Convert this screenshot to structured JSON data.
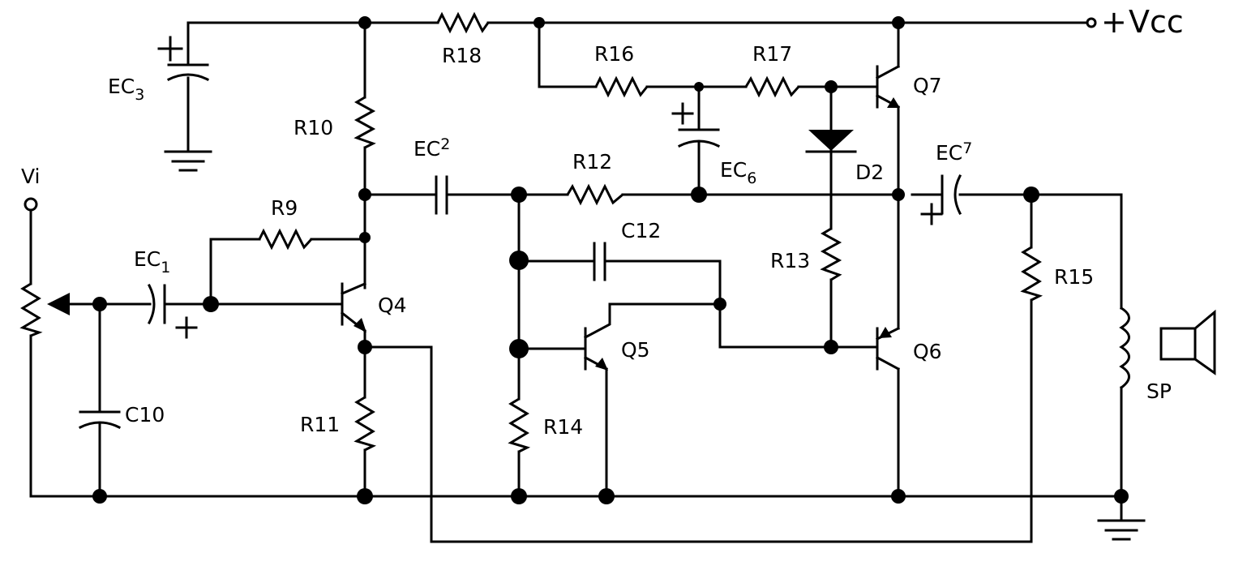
{
  "supply": {
    "plus": "+",
    "name": "Vcc"
  },
  "input": "Vi",
  "polarity": "+",
  "components": {
    "EC1": {
      "base": "EC",
      "sub": "1"
    },
    "EC2": {
      "base": "EC",
      "sub": "2"
    },
    "EC3": {
      "base": "EC",
      "sub": "3"
    },
    "EC6": {
      "base": "EC",
      "sub": "6"
    },
    "EC7": {
      "base": "EC",
      "sub": "7"
    },
    "R9": "R9",
    "R10": "R10",
    "R11": "R11",
    "R12": "R12",
    "R13": "R13",
    "R14": "R14",
    "R15": "R15",
    "R16": "R16",
    "R17": "R17",
    "R18": "R18",
    "C10": "C10",
    "C12": "C12",
    "Q4": "Q4",
    "Q5": "Q5",
    "Q6": "Q6",
    "Q7": "Q7",
    "D2": "D2",
    "SP": "SP"
  }
}
